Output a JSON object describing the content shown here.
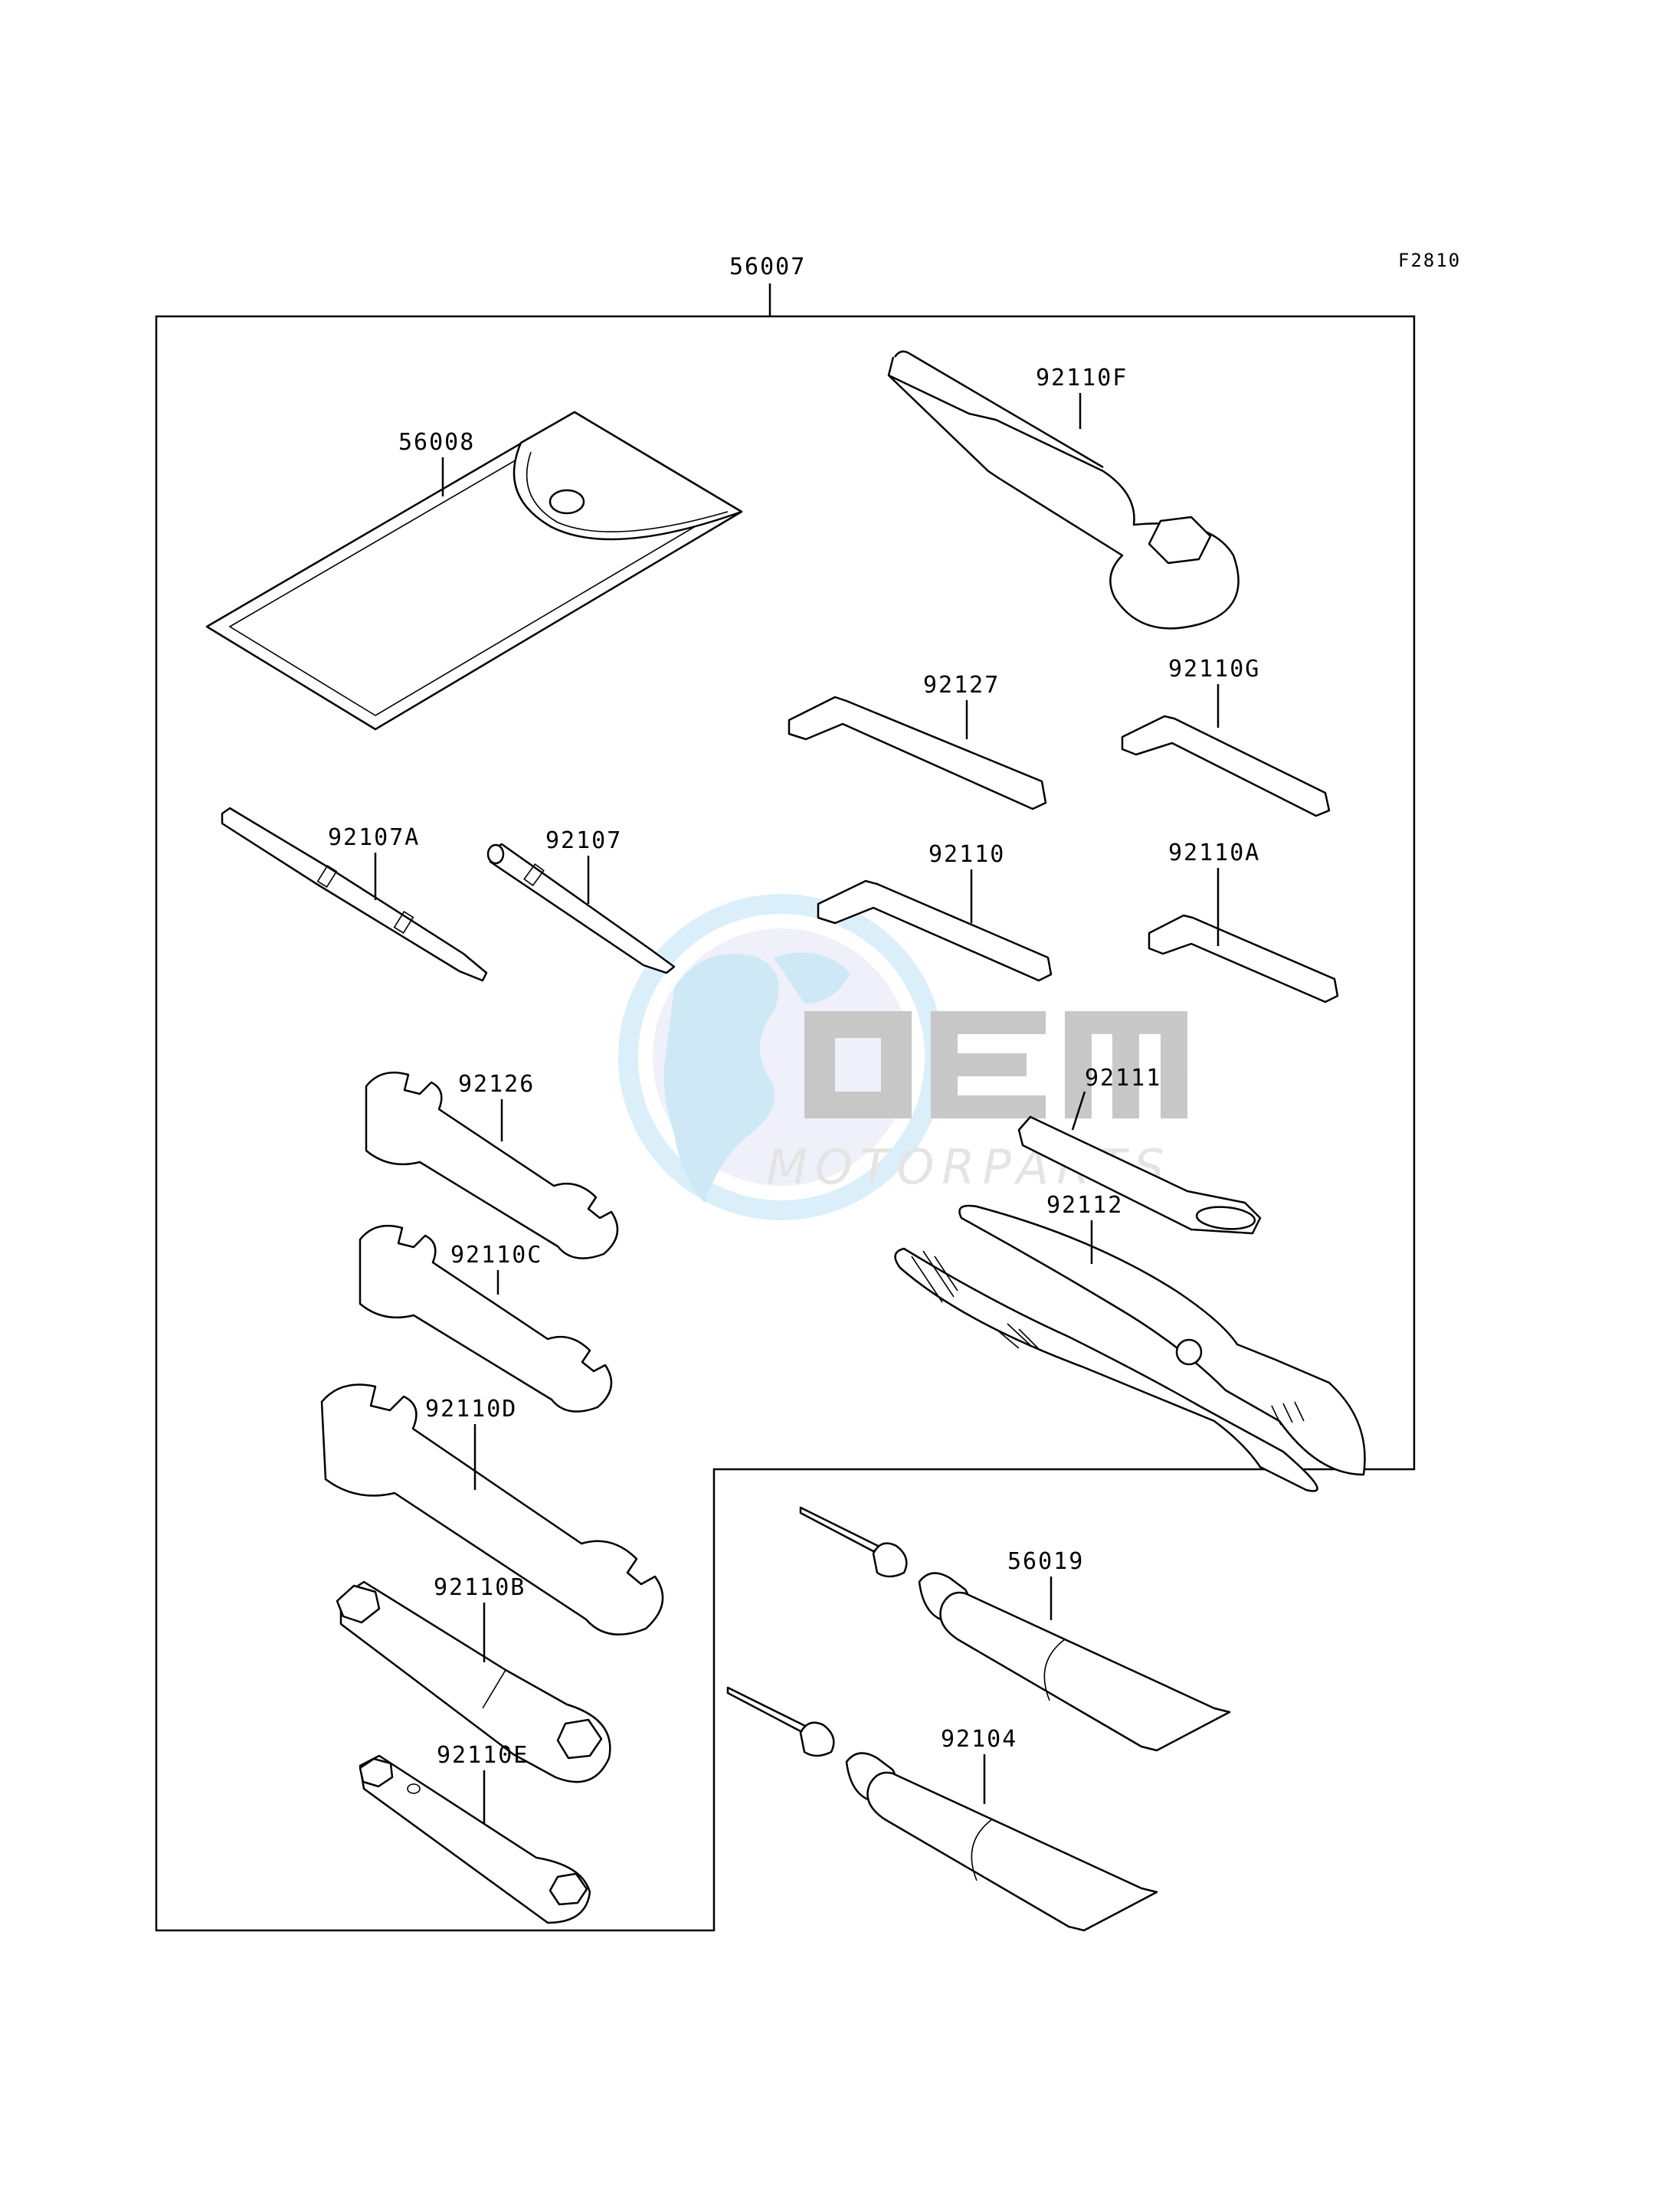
{
  "diagram": {
    "code": "F2810"
  },
  "parts": {
    "p56007": "56007",
    "p56008": "56008",
    "p92110F": "92110F",
    "p92127": "92127",
    "p92110G": "92110G",
    "p92107A": "92107A",
    "p92107": "92107",
    "p92110": "92110",
    "p92110A": "92110A",
    "p92126": "92126",
    "p92111": "92111",
    "p92112": "92112",
    "p92110C": "92110C",
    "p92110D": "92110D",
    "p56019": "56019",
    "p92110B": "92110B",
    "p92104": "92104",
    "p92110E": "92110E"
  },
  "watermark": {
    "text": "MOTORPARTS",
    "colors": [
      "#bfe3f6",
      "#9a9a9a"
    ]
  }
}
